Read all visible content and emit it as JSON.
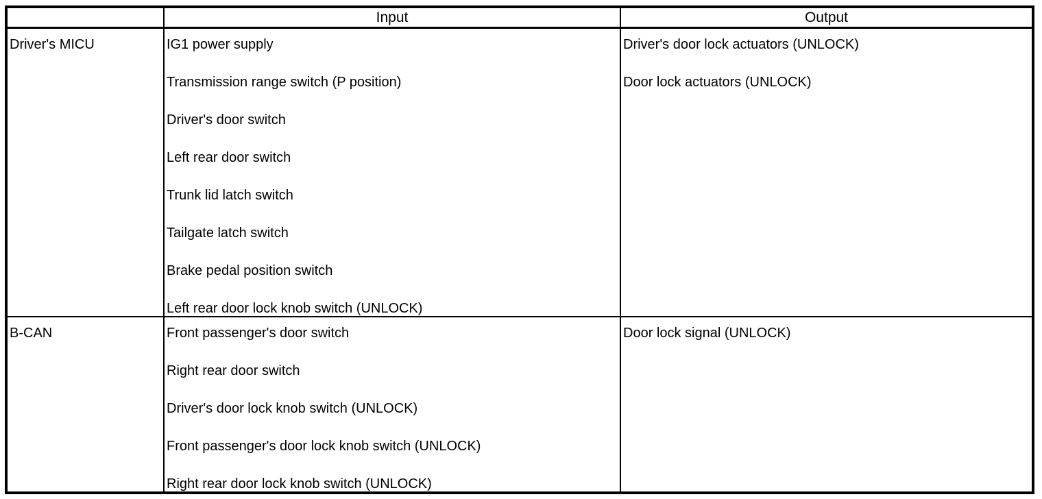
{
  "colors": {
    "border": "#000000",
    "text": "#000000",
    "background": "#ffffff"
  },
  "table": {
    "headers": {
      "source": "",
      "input": "Input",
      "output": "Output"
    },
    "rows": [
      {
        "source": "Driver's MICU",
        "inputs": [
          "IG1 power supply",
          "Transmission range switch (P position)",
          "Driver's door switch",
          "Left rear door switch",
          "Trunk lid latch switch",
          "Tailgate latch switch",
          "Brake pedal position switch",
          "Left rear door lock knob switch (UNLOCK)"
        ],
        "outputs": [
          "Driver's door lock actuators (UNLOCK)",
          "Door lock actuators (UNLOCK)"
        ]
      },
      {
        "source": "B-CAN",
        "inputs": [
          "Front passenger's door switch",
          "Right rear door switch",
          "Driver's door lock knob switch (UNLOCK)",
          "Front passenger's door lock knob switch (UNLOCK)",
          "Right rear door lock knob switch (UNLOCK)"
        ],
        "outputs": [
          "Door lock signal (UNLOCK)"
        ]
      }
    ]
  }
}
